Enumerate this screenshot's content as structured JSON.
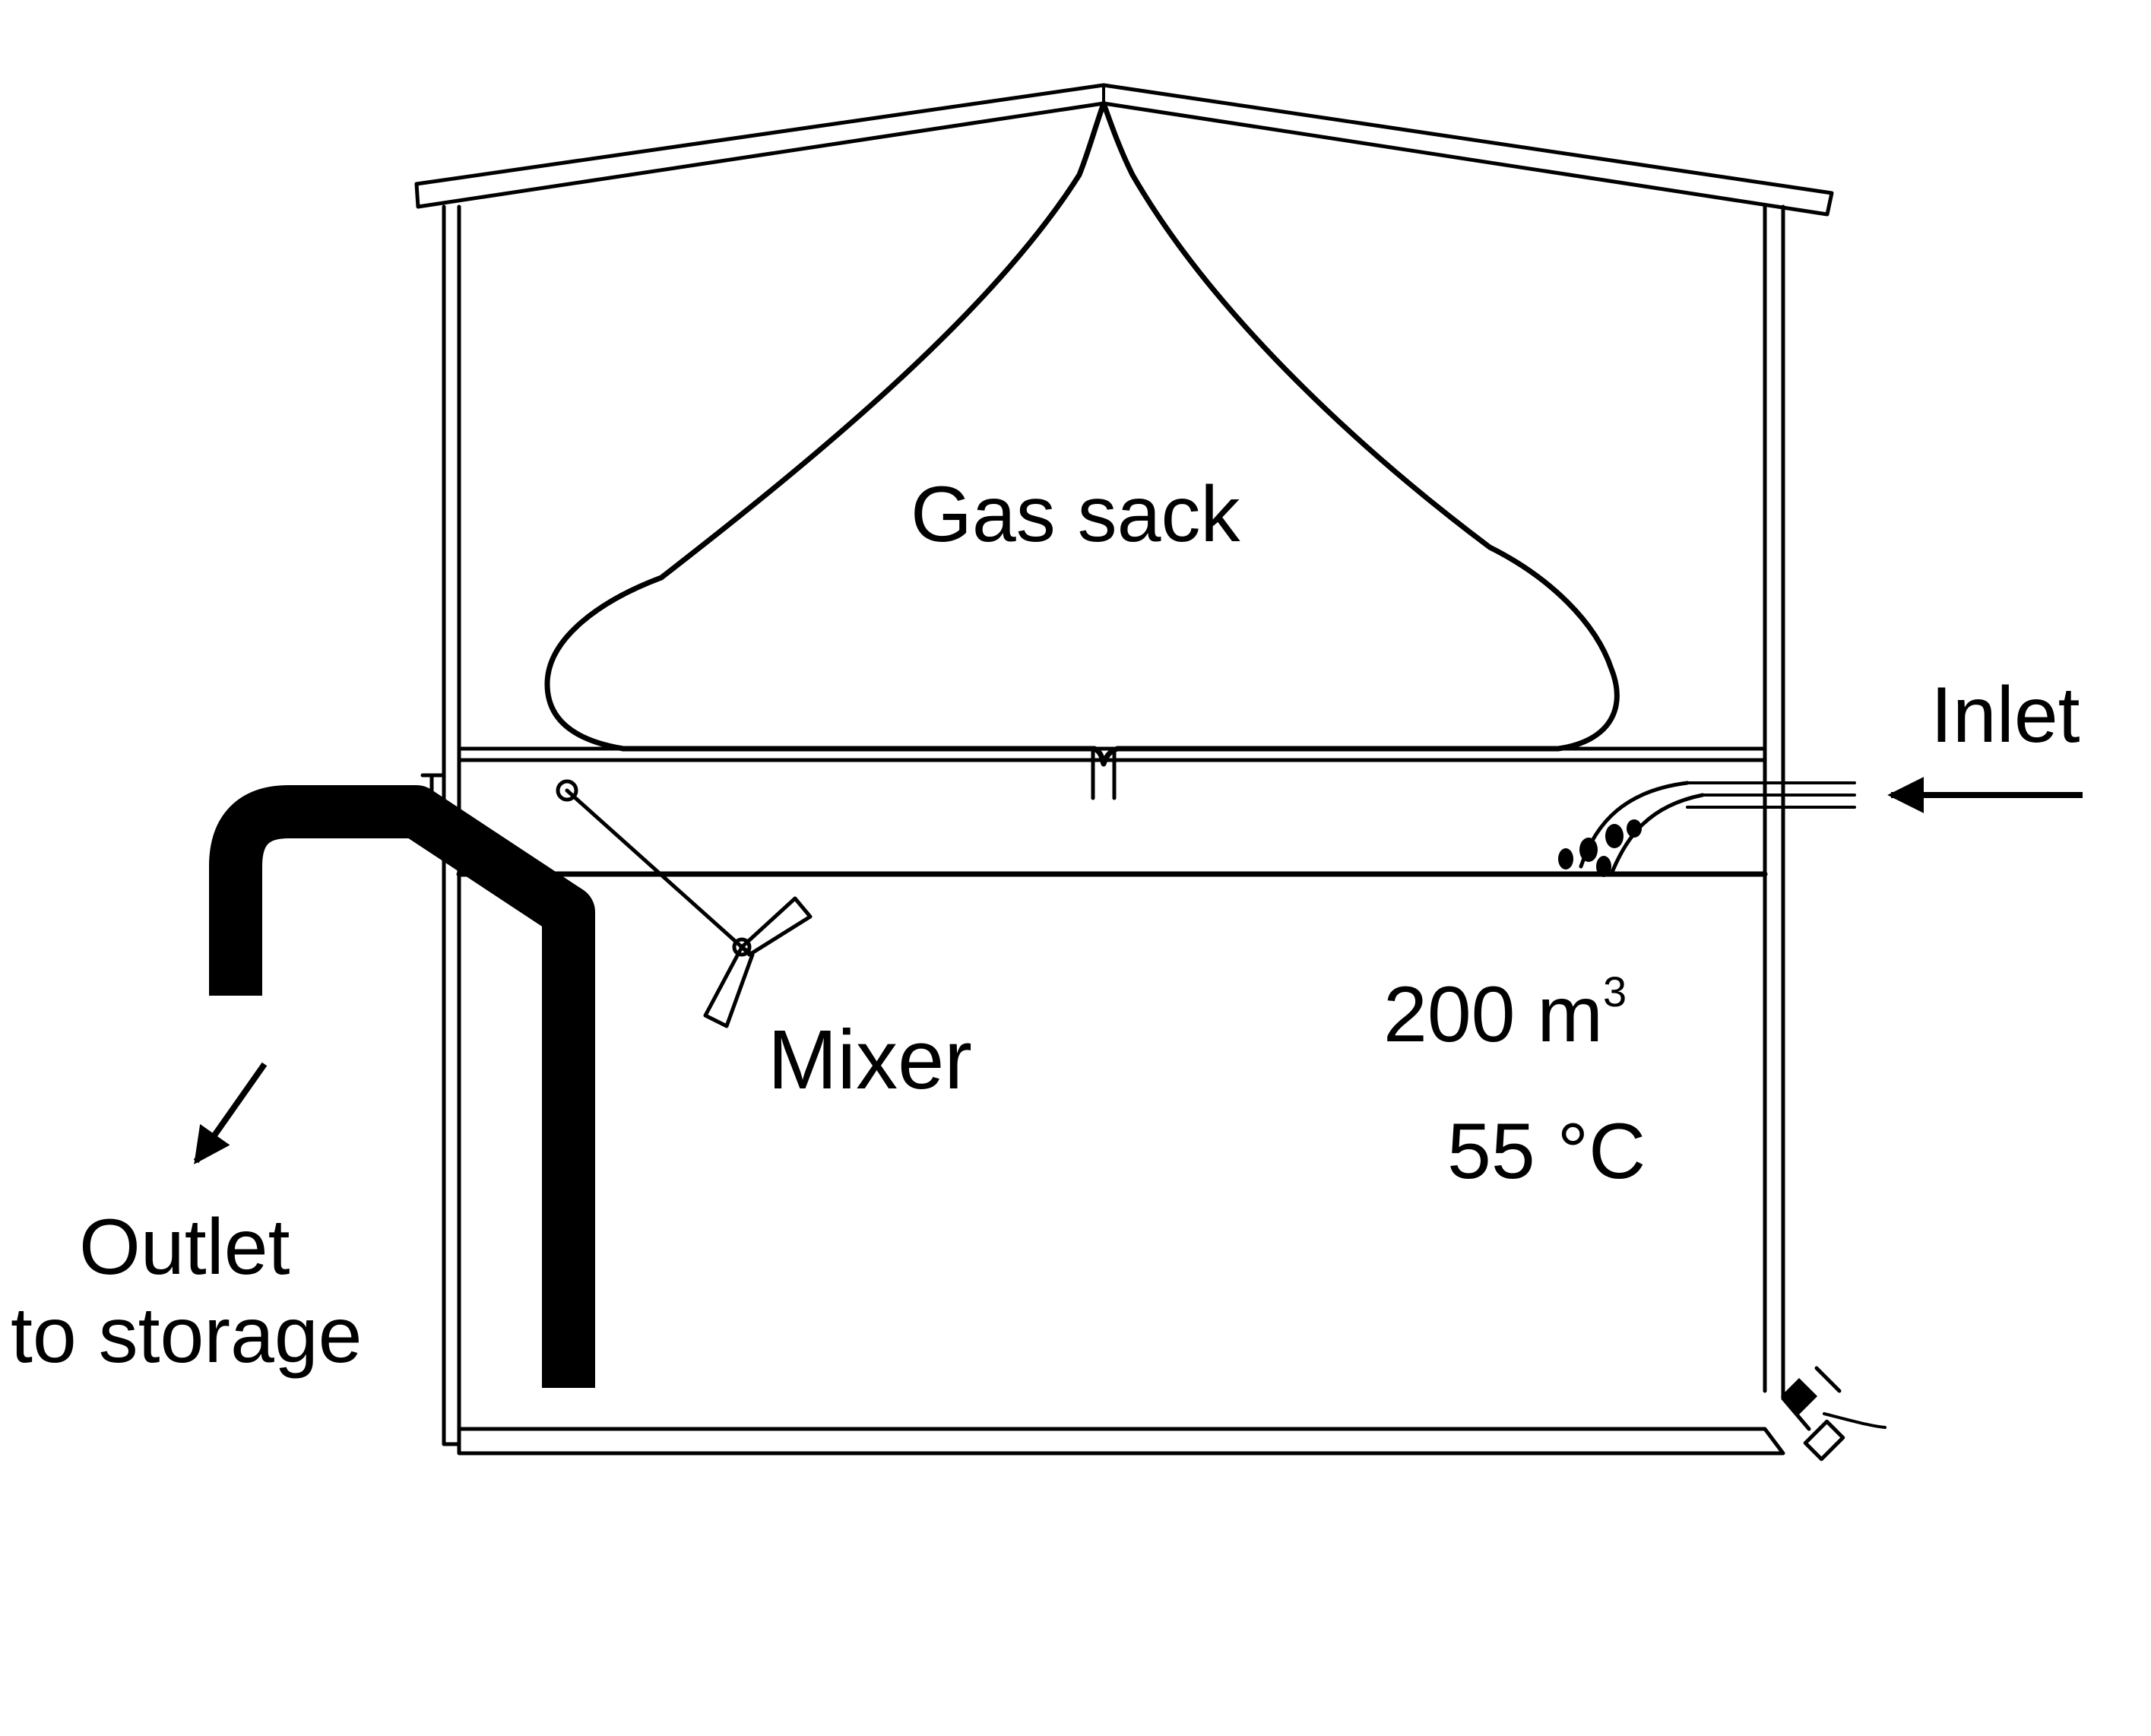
{
  "diagram": {
    "labels": {
      "gas_sack": "Gas sack",
      "inlet": "Inlet",
      "mixer": "Mixer",
      "volume_value": "200 m",
      "volume_exponent": "3",
      "temperature_value": "55 ",
      "temperature_unit": "°C",
      "outlet_line1": "Outlet",
      "outlet_line2": "to storage"
    },
    "icons": {
      "mixer": "propeller-mixer-icon",
      "inlet_arrow": "arrow-left-icon",
      "outlet_arrow": "arrow-down-left-icon",
      "outlet_pipe": "pipe-icon",
      "drain_valve": "valve-icon"
    },
    "colors": {
      "stroke": "#000000",
      "background": "#ffffff"
    }
  }
}
